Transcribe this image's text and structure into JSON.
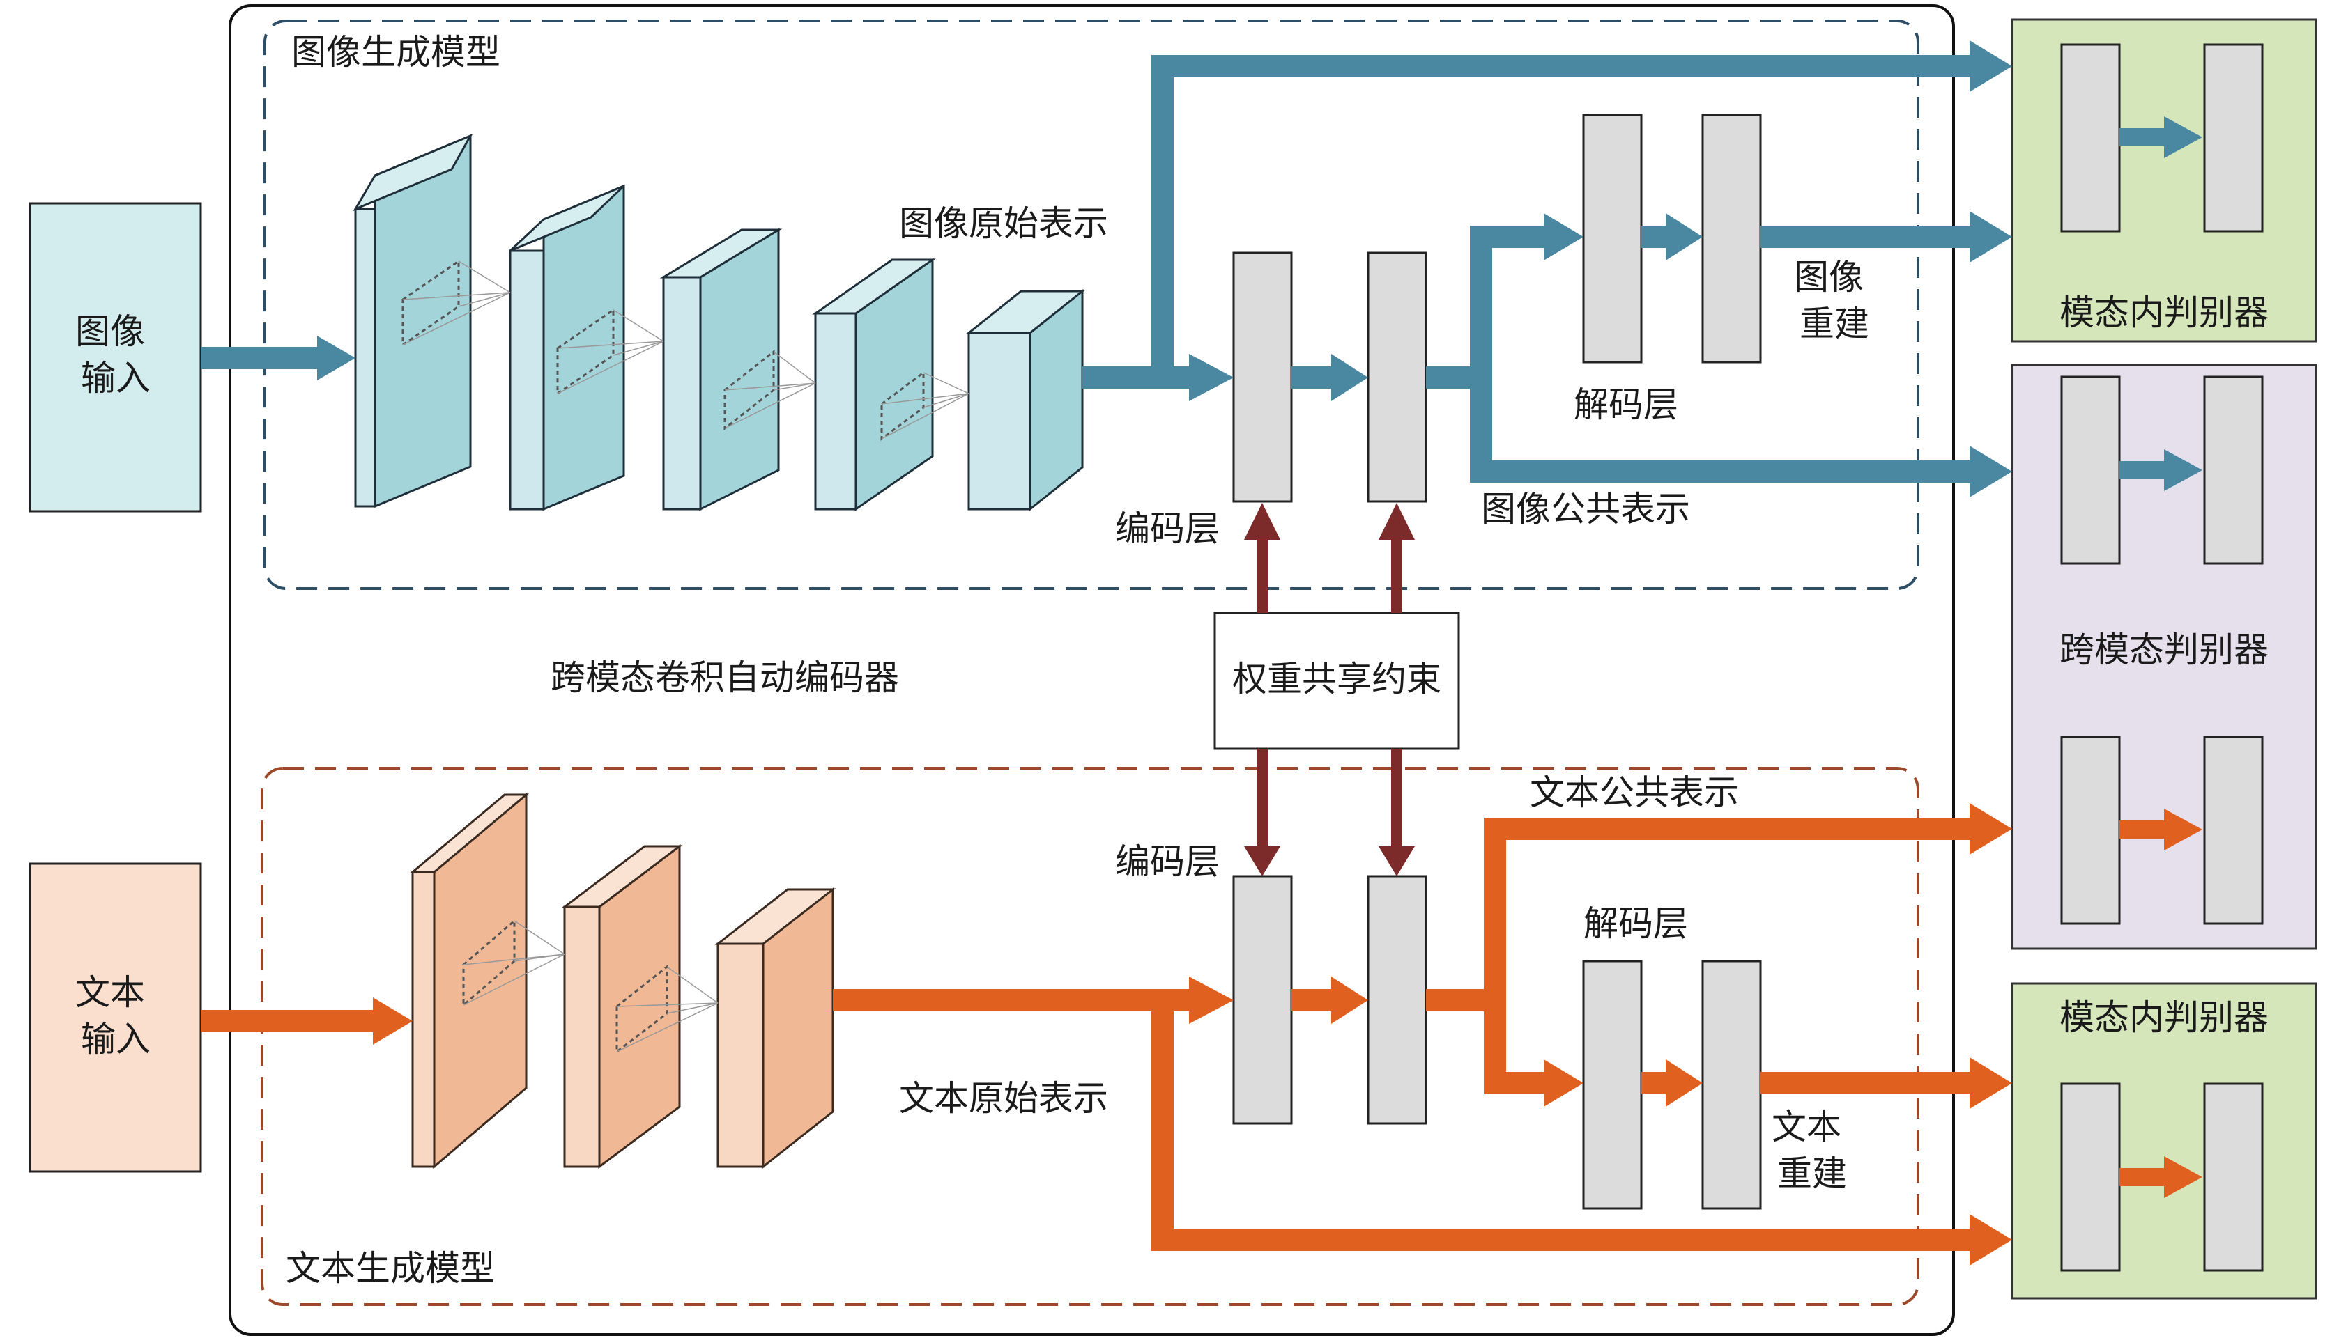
{
  "labels": {
    "image_input": [
      "图像",
      "输入"
    ],
    "text_input": [
      "文本",
      "输入"
    ],
    "image_gen_model": "图像生成模型",
    "text_gen_model": "文本生成模型",
    "image_raw_repr": "图像原始表示",
    "text_raw_repr": "文本原始表示",
    "image_common_repr": "图像公共表示",
    "text_common_repr": "文本公共表示",
    "image_recon": [
      "图像",
      "重建"
    ],
    "text_recon": [
      "文本",
      "重建"
    ],
    "decoder_image": "解码层",
    "decoder_text": "解码层",
    "encoder_image": "编码层",
    "encoder_text": "编码层",
    "weight_sharing": "权重共享约束",
    "cross_modal_autoencoder": "跨模态卷积自动编码器",
    "intra_disc_top": "模态内判别器",
    "intra_disc_bottom": "模态内判别器",
    "cross_disc": "跨模态判别器"
  },
  "colors": {
    "image_flow": "#4a87a0",
    "text_flow": "#e06020",
    "weight_arrow": "#7d2a2a",
    "image_input_fill": "#d3ecee",
    "text_input_fill": "#fadfcf",
    "image_cube_front": "#cfe8ed",
    "image_cube_side": "#a3d4da",
    "text_cube_front": "#f9d8c3",
    "text_cube_side": "#f0b895",
    "layer_fill": "#dcdcdc",
    "intra_disc_fill": "#d5e6bb",
    "cross_disc_fill": "#e6e0ec",
    "image_dash": "#2e4e66",
    "text_dash": "#9a4a2a"
  }
}
